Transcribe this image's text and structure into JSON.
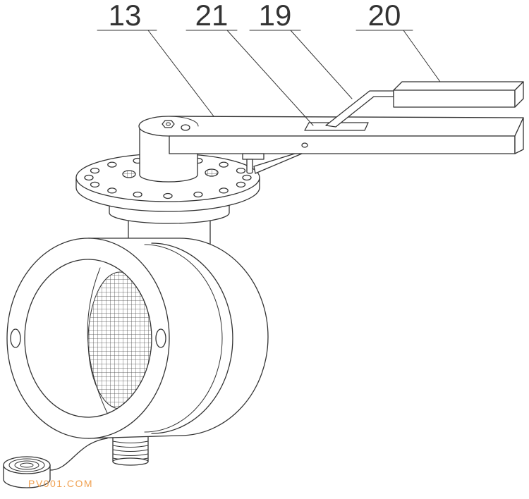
{
  "callouts": [
    {
      "number": "13"
    },
    {
      "number": "21"
    },
    {
      "number": "19"
    },
    {
      "number": "20"
    }
  ],
  "watermark": "PV001.COM",
  "colors": {
    "line": "#333333",
    "watermark": "#f0a050",
    "background": "#ffffff"
  }
}
